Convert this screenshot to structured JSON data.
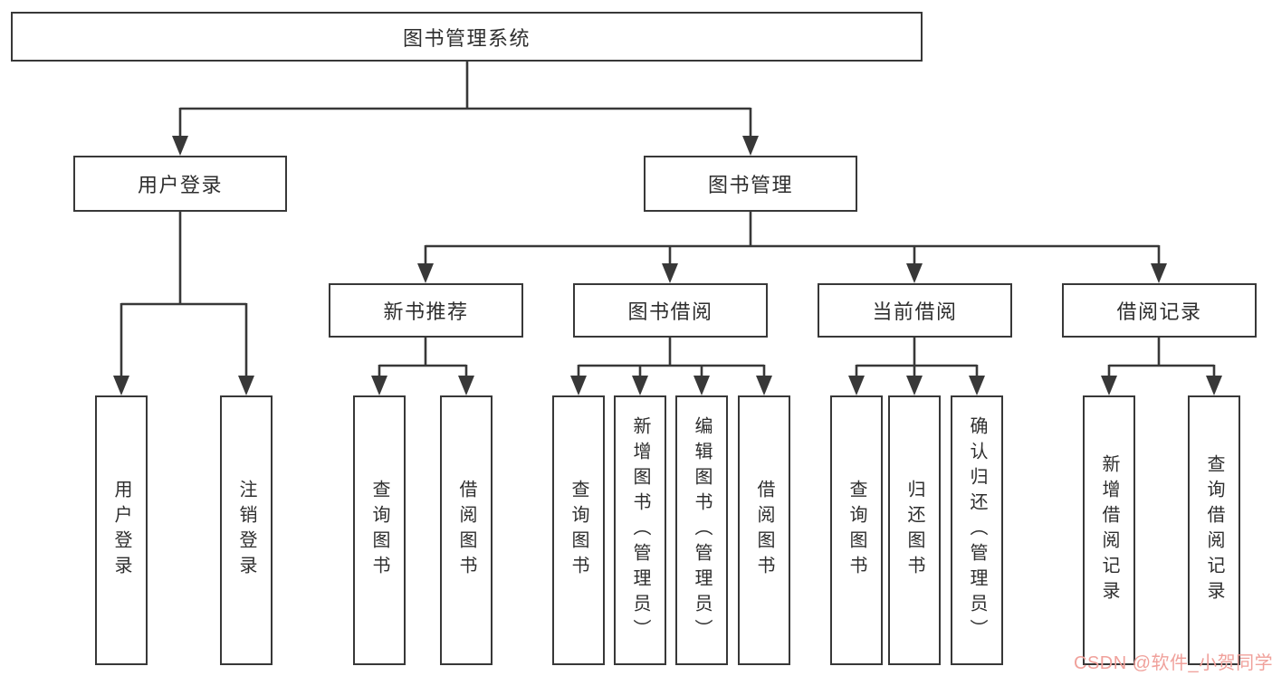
{
  "title": "图书管理系统",
  "watermark": "CSDN @软件_小贺同学",
  "tree": {
    "root": "图书管理系统",
    "branches": [
      {
        "label": "用户登录",
        "children": [
          "用户登录",
          "注销登录"
        ]
      },
      {
        "label": "图书管理",
        "groups": [
          {
            "label": "新书推荐",
            "children": [
              "查询图书",
              "借阅图书"
            ]
          },
          {
            "label": "图书借阅",
            "children": [
              "查询图书",
              "新增图书（管理员）",
              "编辑图书（管理员）",
              "借阅图书"
            ]
          },
          {
            "label": "当前借阅",
            "children": [
              "查询图书",
              "归还图书",
              "确认归还（管理员）"
            ]
          },
          {
            "label": "借阅记录",
            "children": [
              "新增借阅记录",
              "查询借阅记录"
            ]
          }
        ]
      }
    ]
  },
  "colors": {
    "line": "#383838",
    "text": "#2e2e2e",
    "watermark": "#f0a19b"
  }
}
